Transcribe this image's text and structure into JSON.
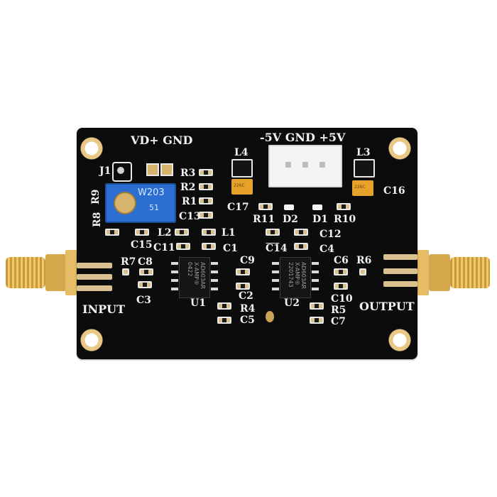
{
  "board": {
    "top_labels": {
      "vd_gnd": "VD+ GND",
      "power": "-5V GND +5V"
    },
    "bottom_labels": {
      "input": "INPUT",
      "output": "OUTPUT"
    },
    "refs": {
      "J1": "J1",
      "R3": "R3",
      "R2": "R2",
      "R1": "R1",
      "R9": "R9",
      "R8": "R8",
      "C13": "C13",
      "C15": "C15",
      "L2": "L2",
      "L1": "L1",
      "C11": "C11",
      "C1": "C1",
      "C17": "C17",
      "R11": "R11",
      "D2": "D2",
      "D1": "D1",
      "R10": "R10",
      "C16": "C16",
      "L4": "L4",
      "L3": "L3",
      "C12": "C12",
      "C14": "C14",
      "C4": "C4",
      "R7": "R7",
      "C8": "C8",
      "C3": "C3",
      "U1": "U1",
      "C9": "C9",
      "C2": "C2",
      "R4": "R4",
      "C5": "C5",
      "U2": "U2",
      "C6": "C6",
      "R6": "R6",
      "C10": "C10",
      "R5": "R5",
      "C7": "C7"
    },
    "pot": {
      "marking": "W203",
      "marking2": "51"
    },
    "u1_marking": [
      "AD603AR",
      "X-AMP®",
      "0422"
    ],
    "u2_marking": [
      "AD603AR",
      "X-AMP®",
      "2201743"
    ],
    "tantalum_marking": "226C"
  },
  "colors": {
    "pcb": "#0c0c0d",
    "silkscreen": "#f2f2f2",
    "gold": "#d7b46d",
    "pot_blue": "#2b6ed1",
    "tantalum": "#e7a22b"
  }
}
